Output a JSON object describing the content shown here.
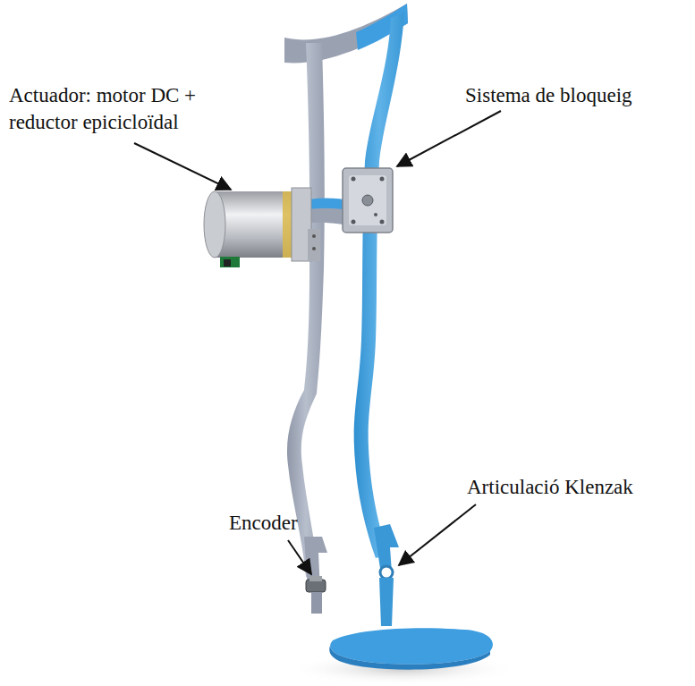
{
  "diagram": {
    "labels": [
      "Actuador: motor DC + reductor epicicloïdal",
      "Sistema de bloqueig",
      "Articulació Klenzak",
      "Encoder"
    ]
  }
}
